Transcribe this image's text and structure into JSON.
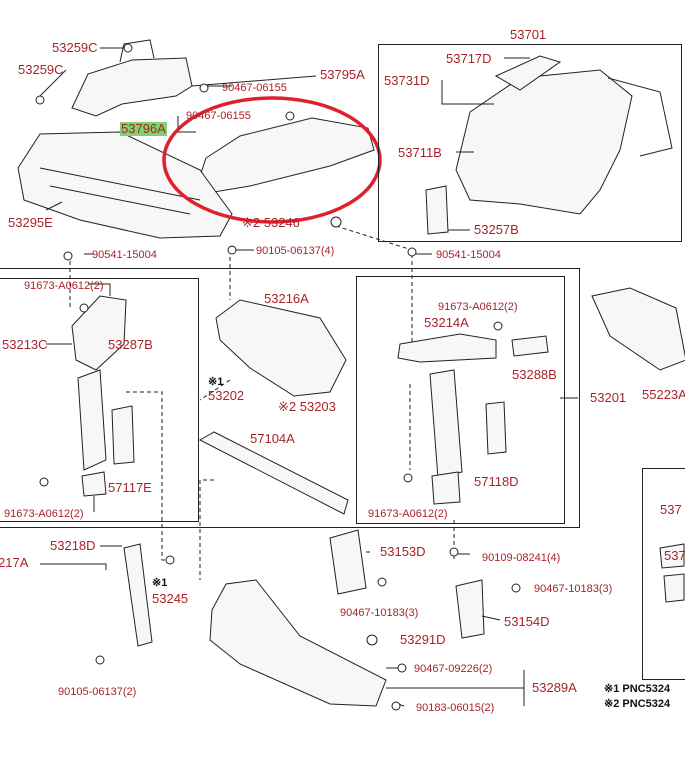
{
  "labels": {
    "l53259c_a": "53259C",
    "l53259c_b": "53259C",
    "l53795a": "53795A",
    "l90467_06155_a": "90467-06155",
    "l90467_06155_b": "90467-06155",
    "l53796a": "53796A",
    "l53295e": "53295E",
    "l53701": "53701",
    "l53717d": "53717D",
    "l53731d": "53731D",
    "l53711b": "53711B",
    "l53257b": "53257B",
    "l53246": "※2 53246",
    "l90541_a": "90541-15004",
    "l90105_a": "90105-06137(4)",
    "l90541_b": "90541-15004",
    "l91673_a": "91673-A0612(2)",
    "l53213c": "53213C",
    "l53287b": "53287B",
    "l57117e": "57117E",
    "l91673_b": "91673-A0612(2)",
    "l53216a": "53216A",
    "l53202": "※1\n53202",
    "l53203": "※2 53203",
    "l57104a": "57104A",
    "l91673_c": "91673-A0612(2)",
    "l53214a": "53214A",
    "l53288b": "53288B",
    "l57118d": "57118D",
    "l91673_d": "91673-A0612(2)",
    "l53201": "53201",
    "l55223a": "55223A",
    "l217a": "217A",
    "l53218d": "53218D",
    "l53245": "※1\n53245",
    "l90105_b": "90105-06137(2)",
    "l53153d": "53153D",
    "l90109": "90109-08241(4)",
    "l90467_10183_a": "90467-10183(3)",
    "l90467_10183_b": "90467-10183(3)",
    "l53154d": "53154D",
    "l53291d": "53291D",
    "l90467_09226": "90467-09226(2)",
    "l53289a": "53289A",
    "l90183": "90183-06015(2)",
    "l537_a": "537",
    "l537_b": "537"
  },
  "notes": {
    "n1": "※1 PNC5324",
    "n2": "※2 PNC5324"
  },
  "colors": {
    "label": "#a8232a",
    "highlight": "#7ed36f",
    "circle": "#e0202a",
    "line": "#222222"
  }
}
